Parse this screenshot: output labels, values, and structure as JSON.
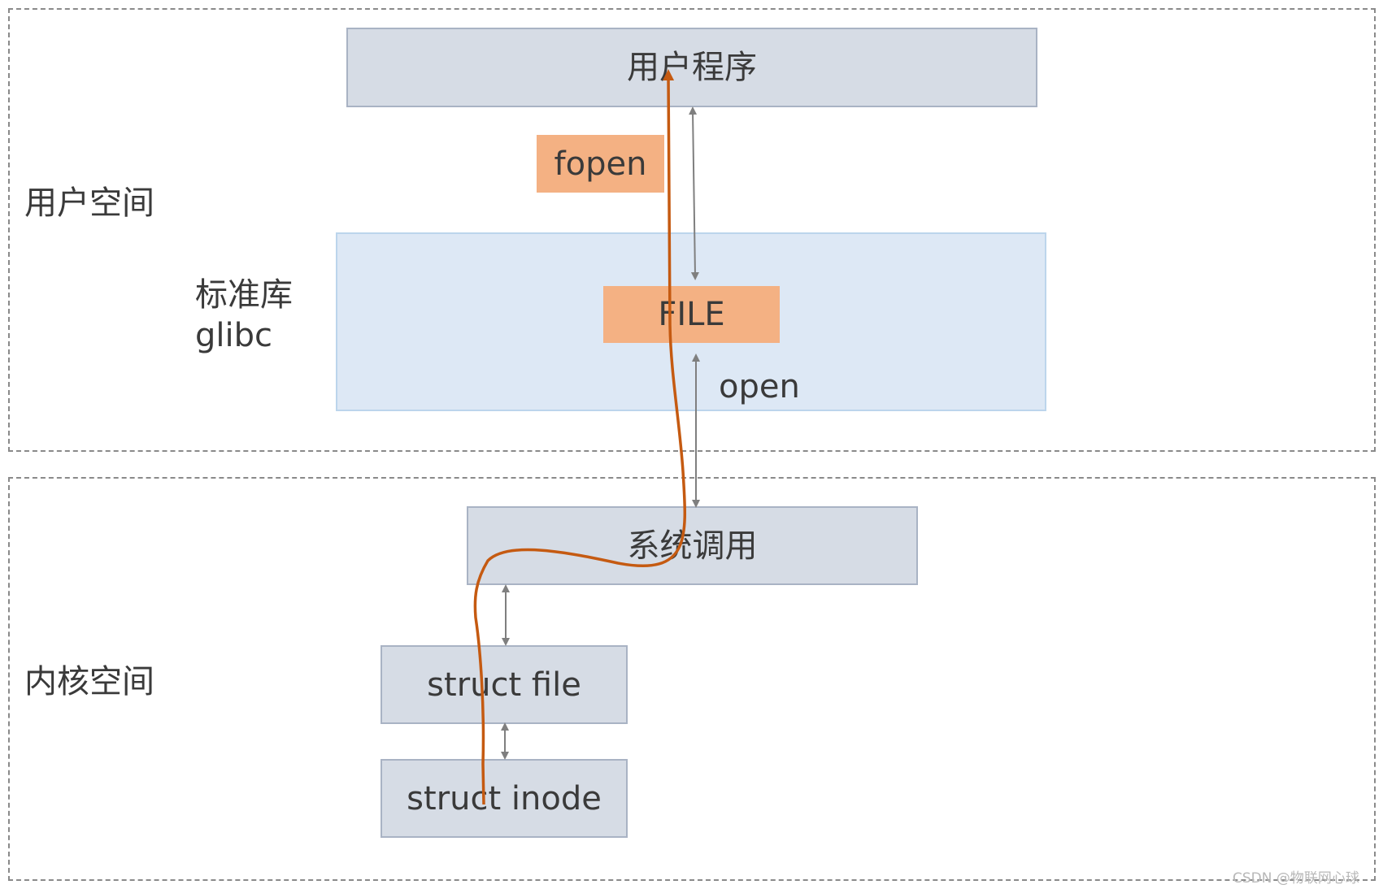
{
  "user_space": {
    "label": "用户空间",
    "user_program": "用户程序",
    "fopen": "fopen",
    "stdlib": {
      "line1": "标准库",
      "line2": "glibc"
    },
    "file": "FILE",
    "open": "open"
  },
  "kernel_space": {
    "label": "内核空间",
    "syscall": "系统调用",
    "struct_file": "struct file",
    "struct_inode": "struct inode"
  },
  "watermark": "CSDN @物联网心球",
  "colors": {
    "call_path": "#c55a11",
    "arrow": "#7f7f7f",
    "orange_box": "#f4b183",
    "gray_box": "#d6dce5",
    "blue_box": "#dde8f5"
  }
}
